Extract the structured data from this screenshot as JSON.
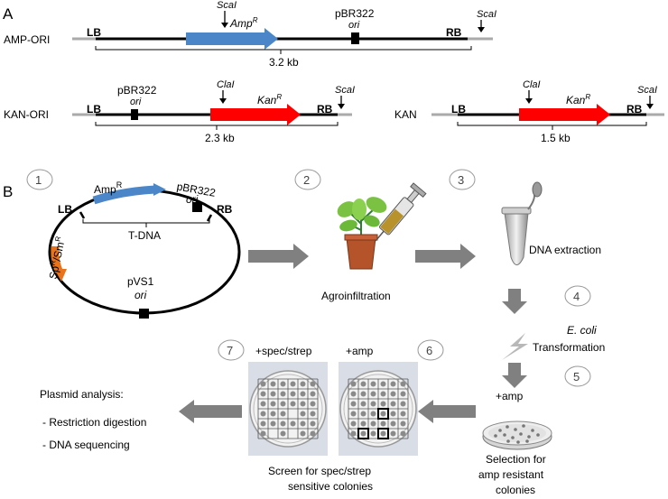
{
  "panel_a": {
    "label": "A",
    "constructs": [
      {
        "name": "AMP-ORI",
        "lb": "LB",
        "rb": "RB",
        "marker": "Amp",
        "marker_sup": "R",
        "ori_top": "pBR322",
        "ori_bottom": "ori",
        "site_left": "ScaI",
        "site_right": "ScaI",
        "size": "3.2 kb"
      },
      {
        "name": "KAN-ORI",
        "lb": "LB",
        "rb": "RB",
        "ori_top": "pBR322",
        "ori_bottom": "ori",
        "marker": "Kan",
        "marker_sup": "R",
        "site_left": "ClaI",
        "site_right": "ScaI",
        "size": "2.3 kb"
      },
      {
        "name": "KAN",
        "lb": "LB",
        "rb": "RB",
        "marker": "Kan",
        "marker_sup": "R",
        "site_left": "ClaI",
        "site_right": "ScaI",
        "size": "1.5 kb"
      }
    ]
  },
  "panel_b": {
    "label": "B",
    "plasmid": {
      "amp": "Amp",
      "amp_sup": "R",
      "ori_top": "pBR322",
      "ori_bottom": "ori",
      "lb": "LB",
      "rb": "RB",
      "tdna": "T-DNA",
      "spsm": "Sp",
      "spsm_sup1": "R",
      "spsm_mid": "/Sm",
      "spsm_sup2": "R",
      "pvs1_top": "pVS1",
      "pvs1_bottom": "ori"
    },
    "steps": [
      "1",
      "2",
      "3",
      "4",
      "5",
      "6",
      "7"
    ],
    "agroinfiltration": "Agroinfiltration",
    "dna_extraction": "DNA extraction",
    "ecoli": "E. coli",
    "transformation": "Transformation",
    "amp_plate": "+amp",
    "selection": [
      "Selection for",
      "amp resistant",
      "colonies"
    ],
    "plate_spec_label": "+spec/strep",
    "plate_amp_label": "+amp",
    "screen": [
      "Screen for spec/strep",
      "sensitive colonies"
    ],
    "analysis_title": "Plasmid analysis:",
    "analysis_items": [
      "- Restriction digestion",
      "- DNA sequencing"
    ]
  },
  "colors": {
    "amp": "#4a86c8",
    "kan": "#ff0000",
    "spsm": "#e8731a",
    "arrow_gray": "#808080",
    "plate_bg": "#d9dde6"
  }
}
